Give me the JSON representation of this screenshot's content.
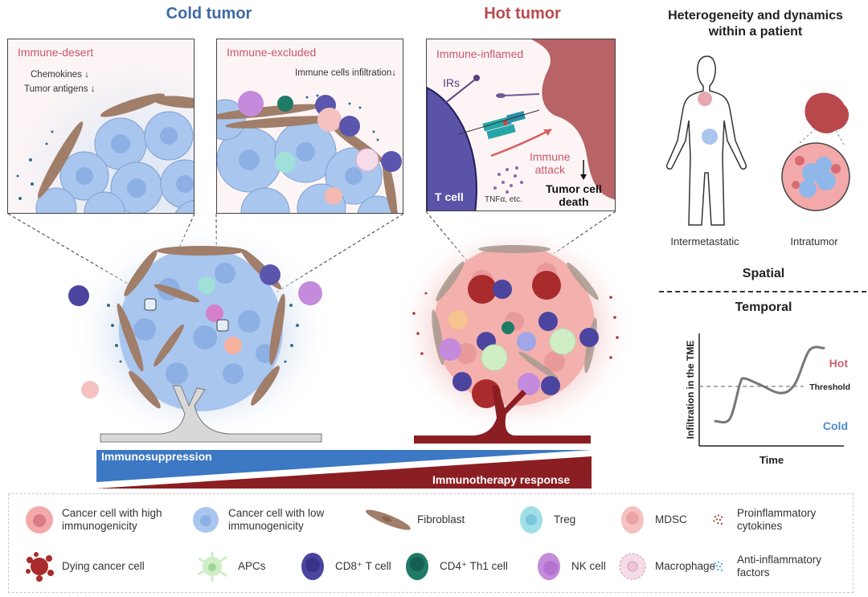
{
  "titles": {
    "cold": "Cold tumor",
    "hot": "Hot tumor",
    "heterogeneity": "Heterogeneity and dynamics\nwithin a patient"
  },
  "panels": {
    "immune_desert": {
      "label": "Immune-desert",
      "notes": [
        "Chemokines ↓",
        "Tumor antigens ↓"
      ]
    },
    "immune_excluded": {
      "label": "Immune-excluded",
      "note": "Immune cells infiltration↓"
    },
    "immune_inflamed": {
      "label": "Immune-inflamed",
      "irs": "IRs",
      "t_cell": "T cell",
      "tnf": "TNFα, etc.",
      "attack": "Immune\nattack",
      "death": "Tumor cell\ndeath"
    }
  },
  "heterogeneity": {
    "intermetastatic": "Intermetastatic",
    "intratumor": "Intratumor",
    "spatial": "Spatial",
    "temporal": "Temporal"
  },
  "gradient_bar": {
    "left_label": "Immunosuppression",
    "right_label": "Immunotherapy response"
  },
  "temporal_chart": {
    "ylabel": "Infiltration in the TME",
    "xlabel": "Time",
    "threshold_label": "Threshold",
    "hot_label": "Hot",
    "cold_label": "Cold"
  },
  "chart_data": {
    "type": "line",
    "title": "Temporal",
    "xlabel": "Time",
    "ylabel": "Infiltration in the TME",
    "series": [
      {
        "name": "Infiltration",
        "x": [
          0.0,
          0.1,
          0.17,
          0.2,
          0.3,
          0.45,
          0.55,
          0.65,
          0.75
        ],
        "y": [
          0.22,
          0.24,
          0.55,
          0.6,
          0.55,
          0.47,
          0.55,
          0.85,
          0.87
        ]
      }
    ],
    "threshold": 0.53,
    "annotations": [
      "Hot",
      "Threshold",
      "Cold"
    ],
    "xlim": [
      0,
      1
    ],
    "ylim": [
      0,
      1
    ],
    "grid": false
  },
  "legend": {
    "items": [
      {
        "label": "Cancer cell with high\nimmunogenicity",
        "icon": "cancer-cell-high-icon"
      },
      {
        "label": "Cancer cell with low\nimmunogenicity",
        "icon": "cancer-cell-low-icon"
      },
      {
        "label": "Fibroblast",
        "icon": "fibroblast-icon"
      },
      {
        "label": "Treg",
        "icon": "treg-icon"
      },
      {
        "label": "MDSC",
        "icon": "mdsc-icon"
      },
      {
        "label": "Proinflammatory\ncytokines",
        "icon": "proinflammatory-cytokines-icon"
      },
      {
        "label": "Dying cancer cell",
        "icon": "dying-cancer-cell-icon"
      },
      {
        "label": "APCs",
        "icon": "apc-icon"
      },
      {
        "label": "CD8⁺ T cell",
        "icon": "cd8-t-cell-icon"
      },
      {
        "label": "CD4⁺ Th1 cell",
        "icon": "cd4-th1-cell-icon"
      },
      {
        "label": "NK cell",
        "icon": "nk-cell-icon"
      },
      {
        "label": "Macrophage",
        "icon": "macrophage-icon"
      },
      {
        "label": "Anti-inflammatory\nfactors",
        "icon": "anti-inflammatory-factors-icon"
      }
    ]
  },
  "colors": {
    "cold_blue": "#3d6aa6",
    "hot_red": "#b94a4e",
    "panel_label_pink": "#c9566b",
    "bar_blue": "#3c78c3",
    "bar_red": "#8b1e22",
    "cancer_low": "#a9c6ef",
    "cancer_high": "#f3a9a9",
    "fibroblast": "#a07e6a",
    "cd8": "#4b45a0",
    "cd4": "#1f7a66",
    "nk": "#c48bdc",
    "treg": "#8fd3d5",
    "mdsc": "#f2b2b2",
    "apc": "#cfeec5",
    "dying": "#a92b2b"
  }
}
